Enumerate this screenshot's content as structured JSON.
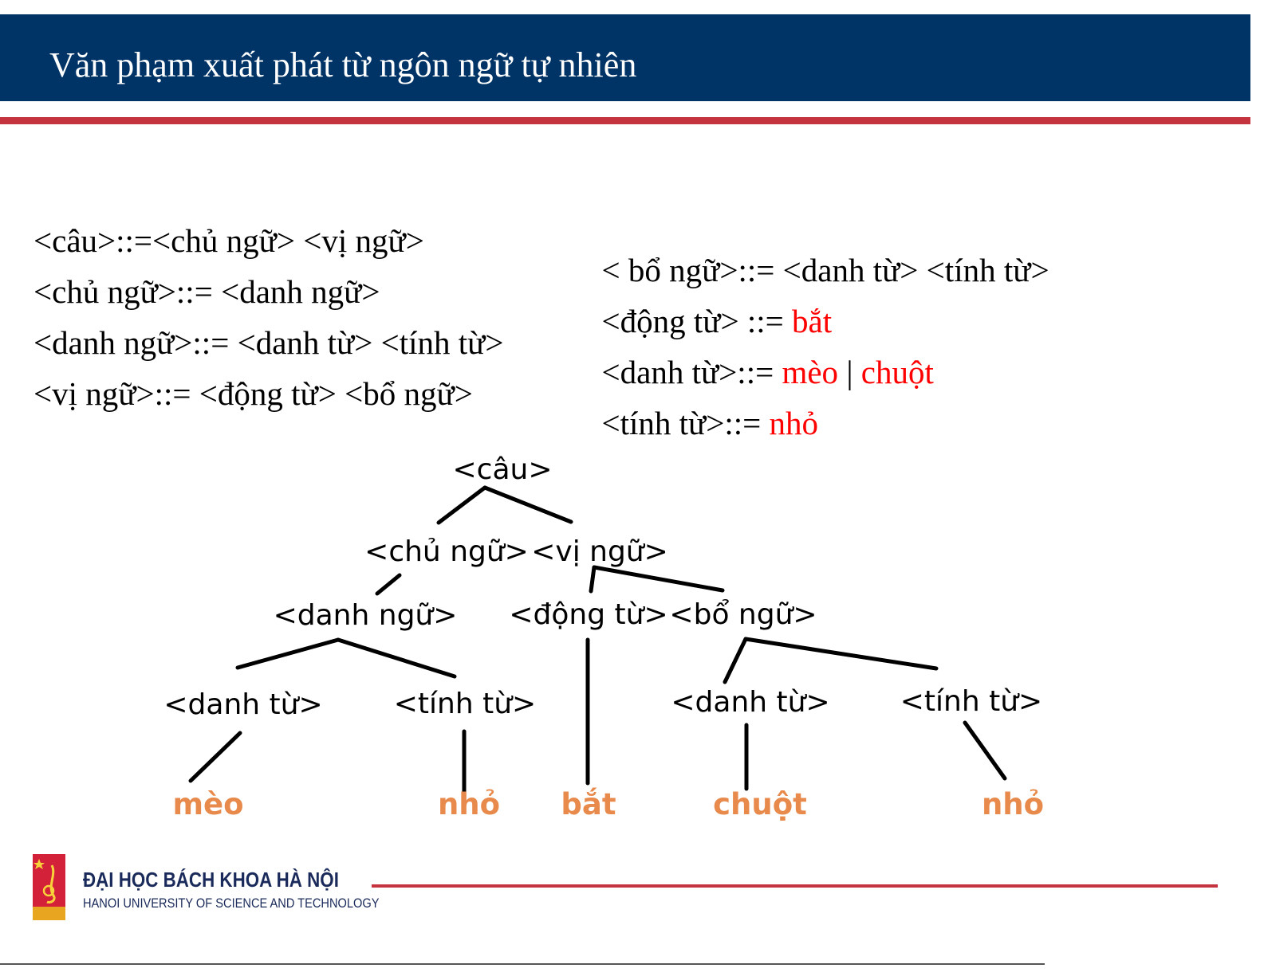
{
  "slide": {
    "title": "Văn phạm xuất phát từ ngôn ngữ tự nhiên"
  },
  "grammar": {
    "left": [
      "<câu>::=<chủ ngữ> <vị ngữ>",
      "<chủ ngữ>::= <danh ngữ>",
      "<danh ngữ>::= <danh từ> <tính từ>",
      "<vị ngữ>::= <động từ> <bổ ngữ>"
    ],
    "right": [
      {
        "lhs": "< bổ ngữ>::= <danh từ> <tính từ>"
      },
      {
        "lhs": "<động từ> ::= ",
        "terminal": "bắt"
      },
      {
        "lhs": "<danh từ>::= ",
        "terminal": "mèo",
        "sep": " | ",
        "terminal2": "chuột"
      },
      {
        "lhs": "<tính từ>::= ",
        "terminal": "nhỏ"
      }
    ]
  },
  "tree": {
    "root": "<câu>",
    "chu_ngu": "<chủ ngữ>",
    "vi_ngu": "<vị ngữ>",
    "danh_ngu": "<danh ngữ>",
    "dong_tu": "<động từ>",
    "bo_ngu": "<bổ ngữ>",
    "danh_tu_1": "<danh từ>",
    "tinh_tu_1": "<tính từ>",
    "danh_tu_2": "<danh từ>",
    "tinh_tu_2": "<tính từ>",
    "leaves": [
      "mèo",
      "nhỏ",
      "bắt",
      "chuột",
      "nhỏ"
    ],
    "leaf_color": "#e88a4c"
  },
  "footer": {
    "university": "ĐẠI HỌC BÁCH KHOA HÀ NỘI",
    "university_en": "HANOI UNIVERSITY OF SCIENCE AND TECHNOLOGY"
  },
  "colors": {
    "header_bg": "#003366",
    "accent_red": "#c4333e",
    "terminal_red": "#ff0000"
  }
}
